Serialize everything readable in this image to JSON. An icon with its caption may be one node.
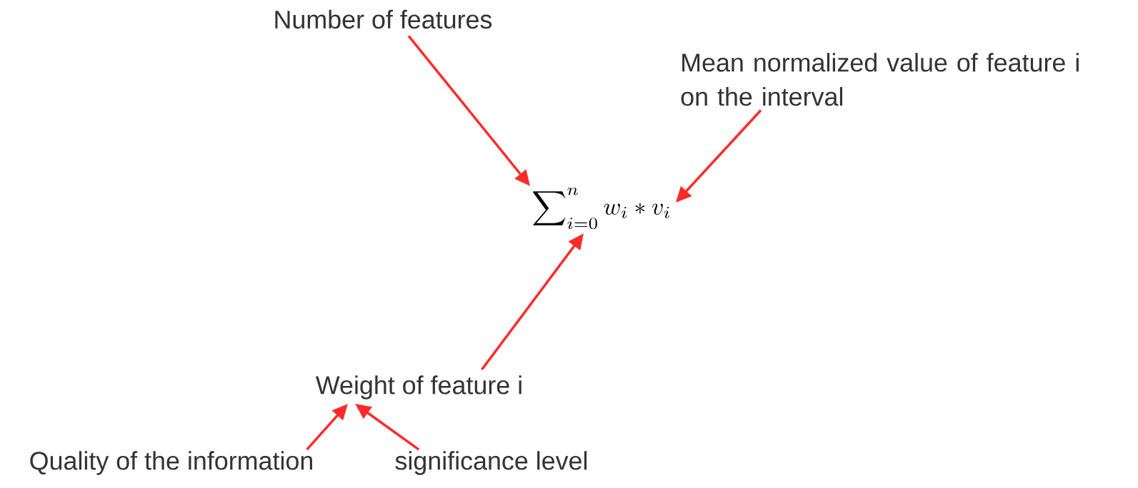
{
  "diagram": {
    "nodes": [
      {
        "text": [
          "Number of features"
        ]
      },
      {
        "text": [
          "Mean normalized value of feature i on the interval"
        ]
      },
      {
        "text": [
          "\\sum\\nolimits_{i=0}^{n} w_{i} * v_{i}"
        ]
      },
      {
        "text": [
          "Weight of feature i"
        ]
      },
      {
        "text": [
          "Quality of the information"
        ]
      },
      {
        "text": [
          "significance level"
        ]
      }
    ],
    "edges": [
      {
        "from": 0,
        "to": 2,
        "arrow": "to"
      },
      {
        "from": 1,
        "to": 2,
        "arrow": "to"
      },
      {
        "from": 3,
        "to": 2,
        "arrow": "to"
      },
      {
        "from": 4,
        "to": 3,
        "arrow": "to"
      },
      {
        "from": 5,
        "to": 3,
        "arrow": "to"
      }
    ]
  }
}
